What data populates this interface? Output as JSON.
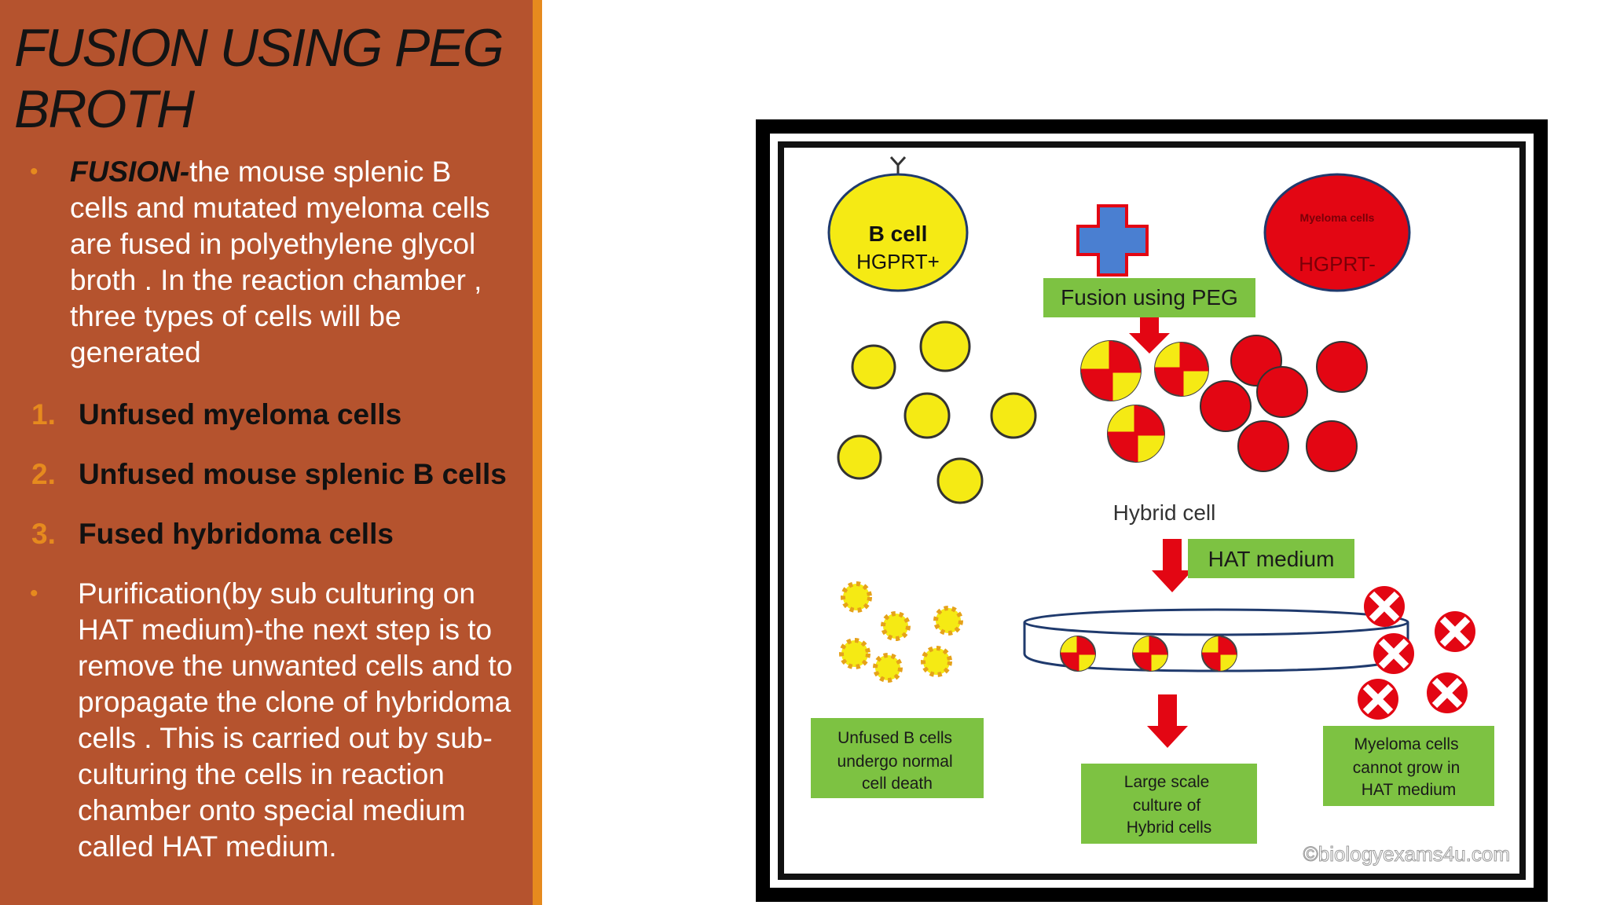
{
  "slide": {
    "title": "FUSION USING PEG\nBROTH",
    "intro": {
      "term": "FUSION-",
      "text": "the mouse splenic B cells and mutated myeloma cells are fused in polyethylene glycol broth . In the reaction chamber , three types of cells will be generated"
    },
    "numbered_items": [
      {
        "num": "1.",
        "label": "Unfused myeloma cells"
      },
      {
        "num": "2.",
        "label": "Unfused mouse splenic B cells"
      },
      {
        "num": "3.",
        "label": "Fused hybridoma cells"
      }
    ],
    "purification": {
      "text": "Purification(by sub culturing on HAT medium)-the next step is to remove the unwanted cells  and to propagate the clone of hybridoma cells . This is carried out by sub-culturing the cells in reaction chamber onto special medium called HAT medium."
    },
    "bullet_glyph": "•"
  },
  "figure": {
    "b_cell": {
      "title": "B cell",
      "marker": "HGPRT+"
    },
    "myeloma": {
      "title": "Myeloma cells",
      "marker": "HGPRT-"
    },
    "fusion_label": "Fusion using PEG",
    "hybrid_label": "Hybrid cell",
    "hat_label": "HAT medium",
    "unfused_b_label": [
      "Unfused B cells",
      "undergo normal",
      "cell death"
    ],
    "large_scale_label": [
      "Large scale",
      "culture of",
      "Hybrid cells"
    ],
    "myeloma_cannot_label": [
      "Myeloma  cells",
      "cannot grow in",
      "HAT medium"
    ],
    "watermark": "©biologyexams4u.com",
    "colors": {
      "yellow": "#f5ea14",
      "red": "#e30613",
      "green": "#7dc242",
      "blue": "#4a7fd1",
      "frame": "#000000"
    }
  }
}
